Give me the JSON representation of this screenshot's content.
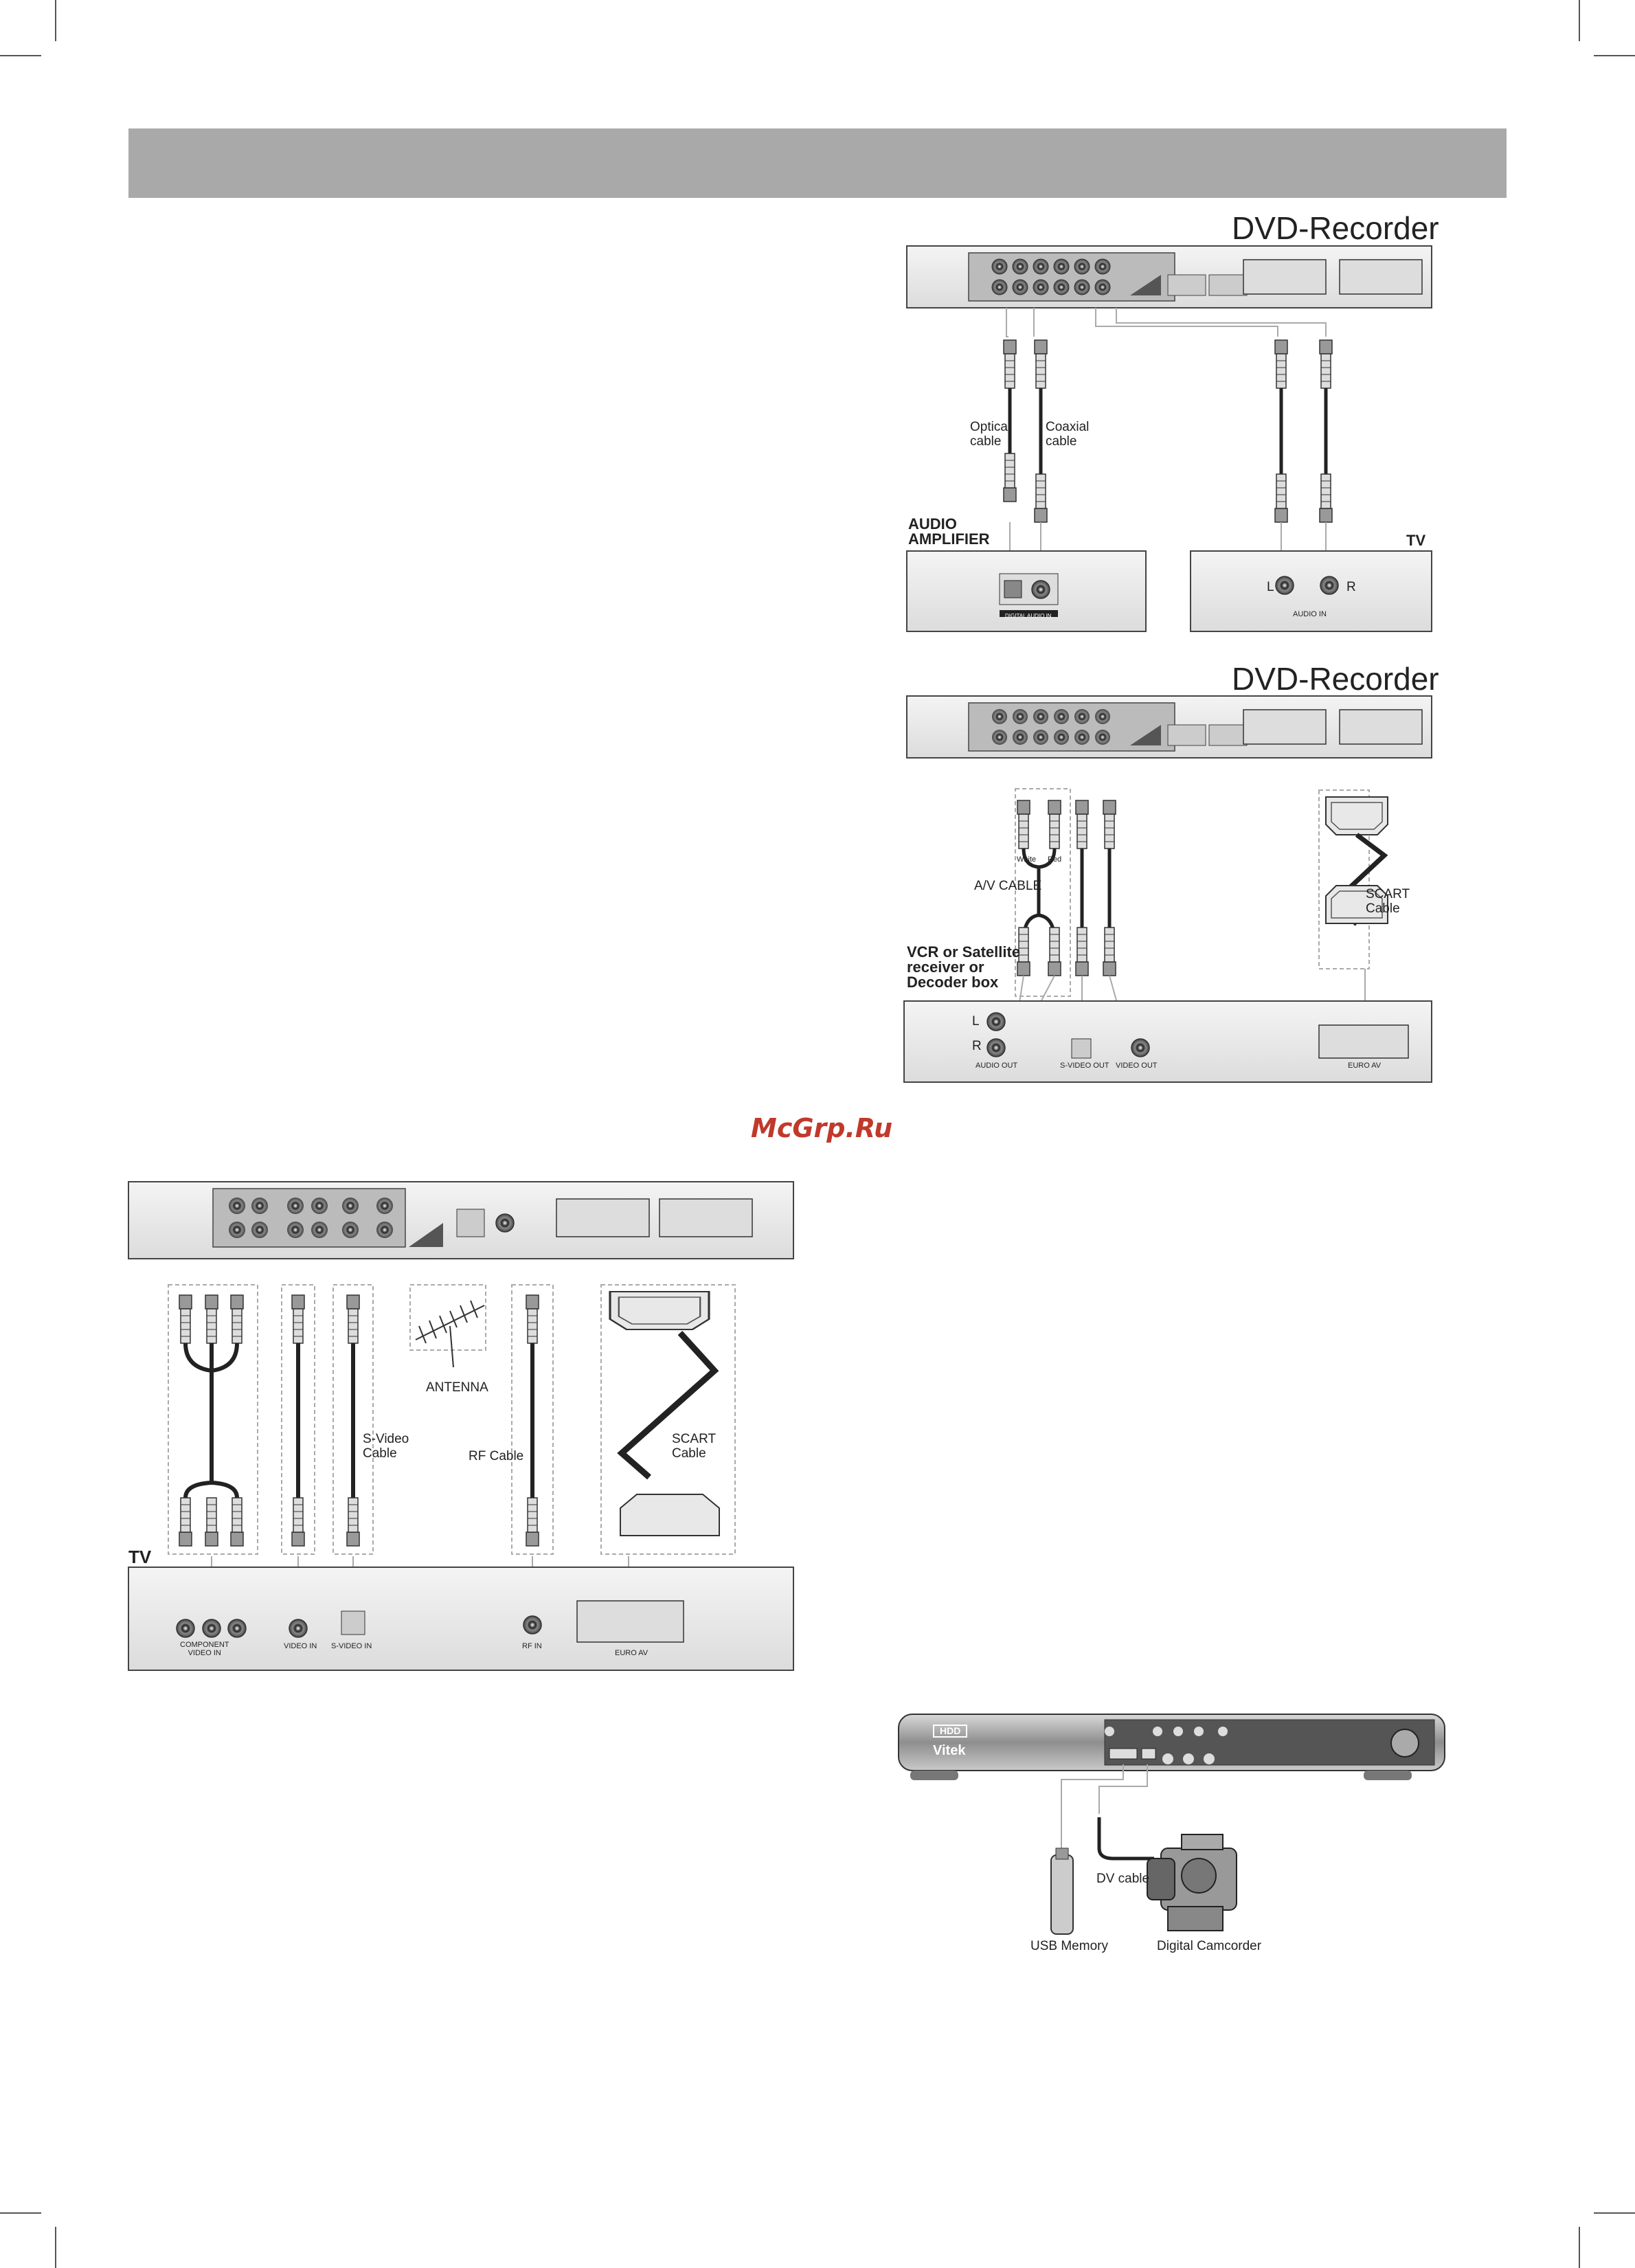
{
  "section1": {
    "title": "DVD-Recorder",
    "optical_label": "Optical\ncable",
    "coaxial_label": "Coaxial\ncable",
    "amp_label": "AUDIO\nAMPLIFIER",
    "tv_label": "TV",
    "left_label": "L",
    "right_label": "R",
    "audio_in": "AUDIO IN",
    "digital_audio_in": "DIGITAL AUDIO IN"
  },
  "section2": {
    "title": "DVD-Recorder",
    "white": "White",
    "red": "Red",
    "av_cable": "A/V CABLE",
    "vcr_label": "VCR or Satellite\nreceiver or\nDecoder box",
    "scart_cable": "SCART\nCable",
    "left_label": "L",
    "right_label": "R",
    "audio_out": "AUDIO OUT",
    "svideo_out": "S-VIDEO OUT",
    "video_out": "VIDEO OUT",
    "euro_av": "EURO AV"
  },
  "watermark": "McGrp.Ru",
  "section3": {
    "antenna": "ANTENNA",
    "svideo_cable": "S-Video\nCable",
    "rf_cable": "RF Cable",
    "scart_cable": "SCART\nCable",
    "tv_label": "TV",
    "component_video_in": "COMPONENT\nVIDEO IN",
    "video_in": "VIDEO IN",
    "svideo_in": "S-VIDEO IN",
    "rf_in": "RF IN",
    "euro_av": "EURO AV"
  },
  "section4": {
    "brand": "Vitek",
    "hdd": "HDD",
    "dv_cable": "DV cable",
    "usb_memory": "USB Memory",
    "digital_camcorder": "Digital Camcorder"
  }
}
